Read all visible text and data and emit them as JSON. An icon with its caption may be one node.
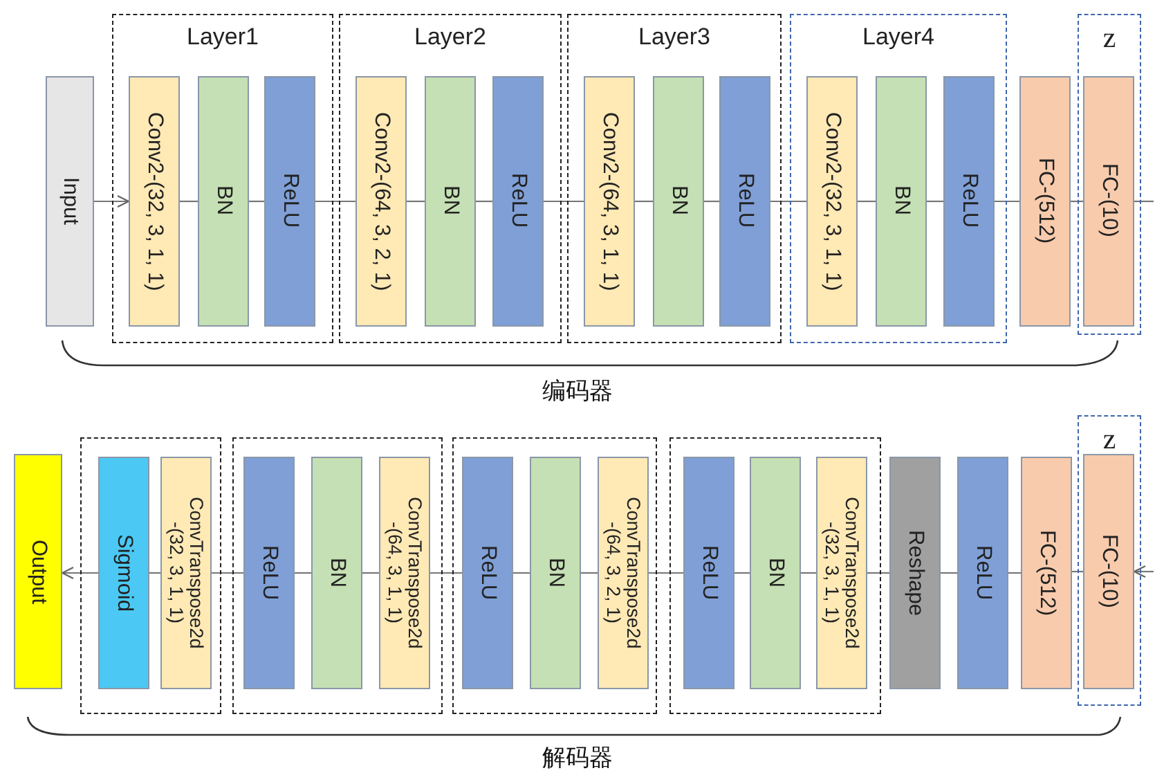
{
  "diagram": {
    "nodes": [
      {
        "text": [
          "Input"
        ]
      },
      {
        "text": [
          "Layer1"
        ]
      },
      {
        "text": [
          "Conv2-(32, 3, 1, 1)"
        ],
        "in": 1
      },
      {
        "text": [
          "BN"
        ],
        "in": 1
      },
      {
        "text": [
          "ReLU"
        ],
        "in": 1
      },
      {
        "text": [
          "Layer2"
        ]
      },
      {
        "text": [
          "Conv2-(64, 3, 2, 1)"
        ],
        "in": 5
      },
      {
        "text": [
          "BN"
        ],
        "in": 5
      },
      {
        "text": [
          "ReLU"
        ],
        "in": 5
      },
      {
        "text": [
          "Layer3"
        ]
      },
      {
        "text": [
          "Conv2-(64, 3, 1, 1)"
        ],
        "in": 9
      },
      {
        "text": [
          "BN"
        ],
        "in": 9
      },
      {
        "text": [
          "ReLU"
        ],
        "in": 9
      },
      {
        "text": [
          "Layer4"
        ]
      },
      {
        "text": [
          "Conv2-(32, 3, 1, 1)"
        ],
        "in": 13
      },
      {
        "text": [
          "BN"
        ],
        "in": 13
      },
      {
        "text": [
          "ReLU"
        ],
        "in": 13
      },
      {
        "text": [
          "FC-(512)"
        ]
      },
      {
        "text": [
          "z"
        ]
      },
      {
        "text": [
          "FC-(10)"
        ],
        "in": 18
      },
      {
        "text": [
          "Output"
        ]
      },
      {
        "text": [],
        "shape": "box"
      },
      {
        "text": [
          "Sigmoid"
        ],
        "in": 21
      },
      {
        "text": [
          "ConvTranspose2d -(32, 3, 1, 1)"
        ],
        "in": 21
      },
      {
        "text": [],
        "shape": "box"
      },
      {
        "text": [
          "ReLU"
        ],
        "in": 24
      },
      {
        "text": [
          "BN"
        ],
        "in": 24
      },
      {
        "text": [
          "ConvTranspose2d -(64, 3, 1, 1)"
        ],
        "in": 24
      },
      {
        "text": [],
        "shape": "box"
      },
      {
        "text": [
          "ReLU"
        ],
        "in": 28
      },
      {
        "text": [
          "BN"
        ],
        "in": 28
      },
      {
        "text": [
          "ConvTranspose2d -(64, 3, 2, 1)"
        ],
        "in": 28
      },
      {
        "text": [],
        "shape": "box"
      },
      {
        "text": [
          "ReLU"
        ],
        "in": 32
      },
      {
        "text": [
          "BN"
        ],
        "in": 32
      },
      {
        "text": [
          "ConvTranspose2d -(32, 3, 1, 1)"
        ],
        "in": 32
      },
      {
        "text": [
          "Reshape"
        ]
      },
      {
        "text": [
          "ReLU"
        ]
      },
      {
        "text": [
          "FC-(512)"
        ]
      },
      {
        "text": [
          "z"
        ]
      },
      {
        "text": [
          "FC-(10)"
        ],
        "in": 39
      }
    ],
    "edges": [
      {
        "from": 0,
        "to": 2,
        "arrow": "to"
      },
      {
        "from": 2,
        "to": 3,
        "arrow": "none"
      },
      {
        "from": 3,
        "to": 4,
        "arrow": "none"
      },
      {
        "from": 4,
        "to": 6,
        "arrow": "none"
      },
      {
        "from": 6,
        "to": 7,
        "arrow": "none"
      },
      {
        "from": 7,
        "to": 8,
        "arrow": "none"
      },
      {
        "from": 8,
        "to": 10,
        "arrow": "none"
      },
      {
        "from": 10,
        "to": 11,
        "arrow": "none"
      },
      {
        "from": 11,
        "to": 12,
        "arrow": "none"
      },
      {
        "from": 12,
        "to": 14,
        "arrow": "none"
      },
      {
        "from": 14,
        "to": 15,
        "arrow": "none"
      },
      {
        "from": 15,
        "to": 16,
        "arrow": "none"
      },
      {
        "from": 16,
        "to": 17,
        "arrow": "none"
      },
      {
        "from": 17,
        "to": 19,
        "arrow": "none"
      },
      {
        "from": 19,
        "to": null,
        "arrow": "none"
      },
      {
        "from": null,
        "to": 40,
        "arrow": "to"
      },
      {
        "from": 40,
        "to": 38,
        "arrow": "none"
      },
      {
        "from": 38,
        "to": 37,
        "arrow": "none"
      },
      {
        "from": 37,
        "to": 36,
        "arrow": "none"
      },
      {
        "from": 36,
        "to": 35,
        "arrow": "none"
      },
      {
        "from": 35,
        "to": 34,
        "arrow": "none"
      },
      {
        "from": 34,
        "to": 33,
        "arrow": "none"
      },
      {
        "from": 33,
        "to": 31,
        "arrow": "none"
      },
      {
        "from": 31,
        "to": 30,
        "arrow": "none"
      },
      {
        "from": 30,
        "to": 29,
        "arrow": "none"
      },
      {
        "from": 29,
        "to": 27,
        "arrow": "none"
      },
      {
        "from": 27,
        "to": 26,
        "arrow": "none"
      },
      {
        "from": 26,
        "to": 25,
        "arrow": "none"
      },
      {
        "from": 25,
        "to": 23,
        "arrow": "none"
      },
      {
        "from": 23,
        "to": 22,
        "arrow": "none"
      },
      {
        "from": 22,
        "to": 20,
        "arrow": "to"
      }
    ],
    "labels": [
      "编码器",
      "解码器"
    ]
  }
}
